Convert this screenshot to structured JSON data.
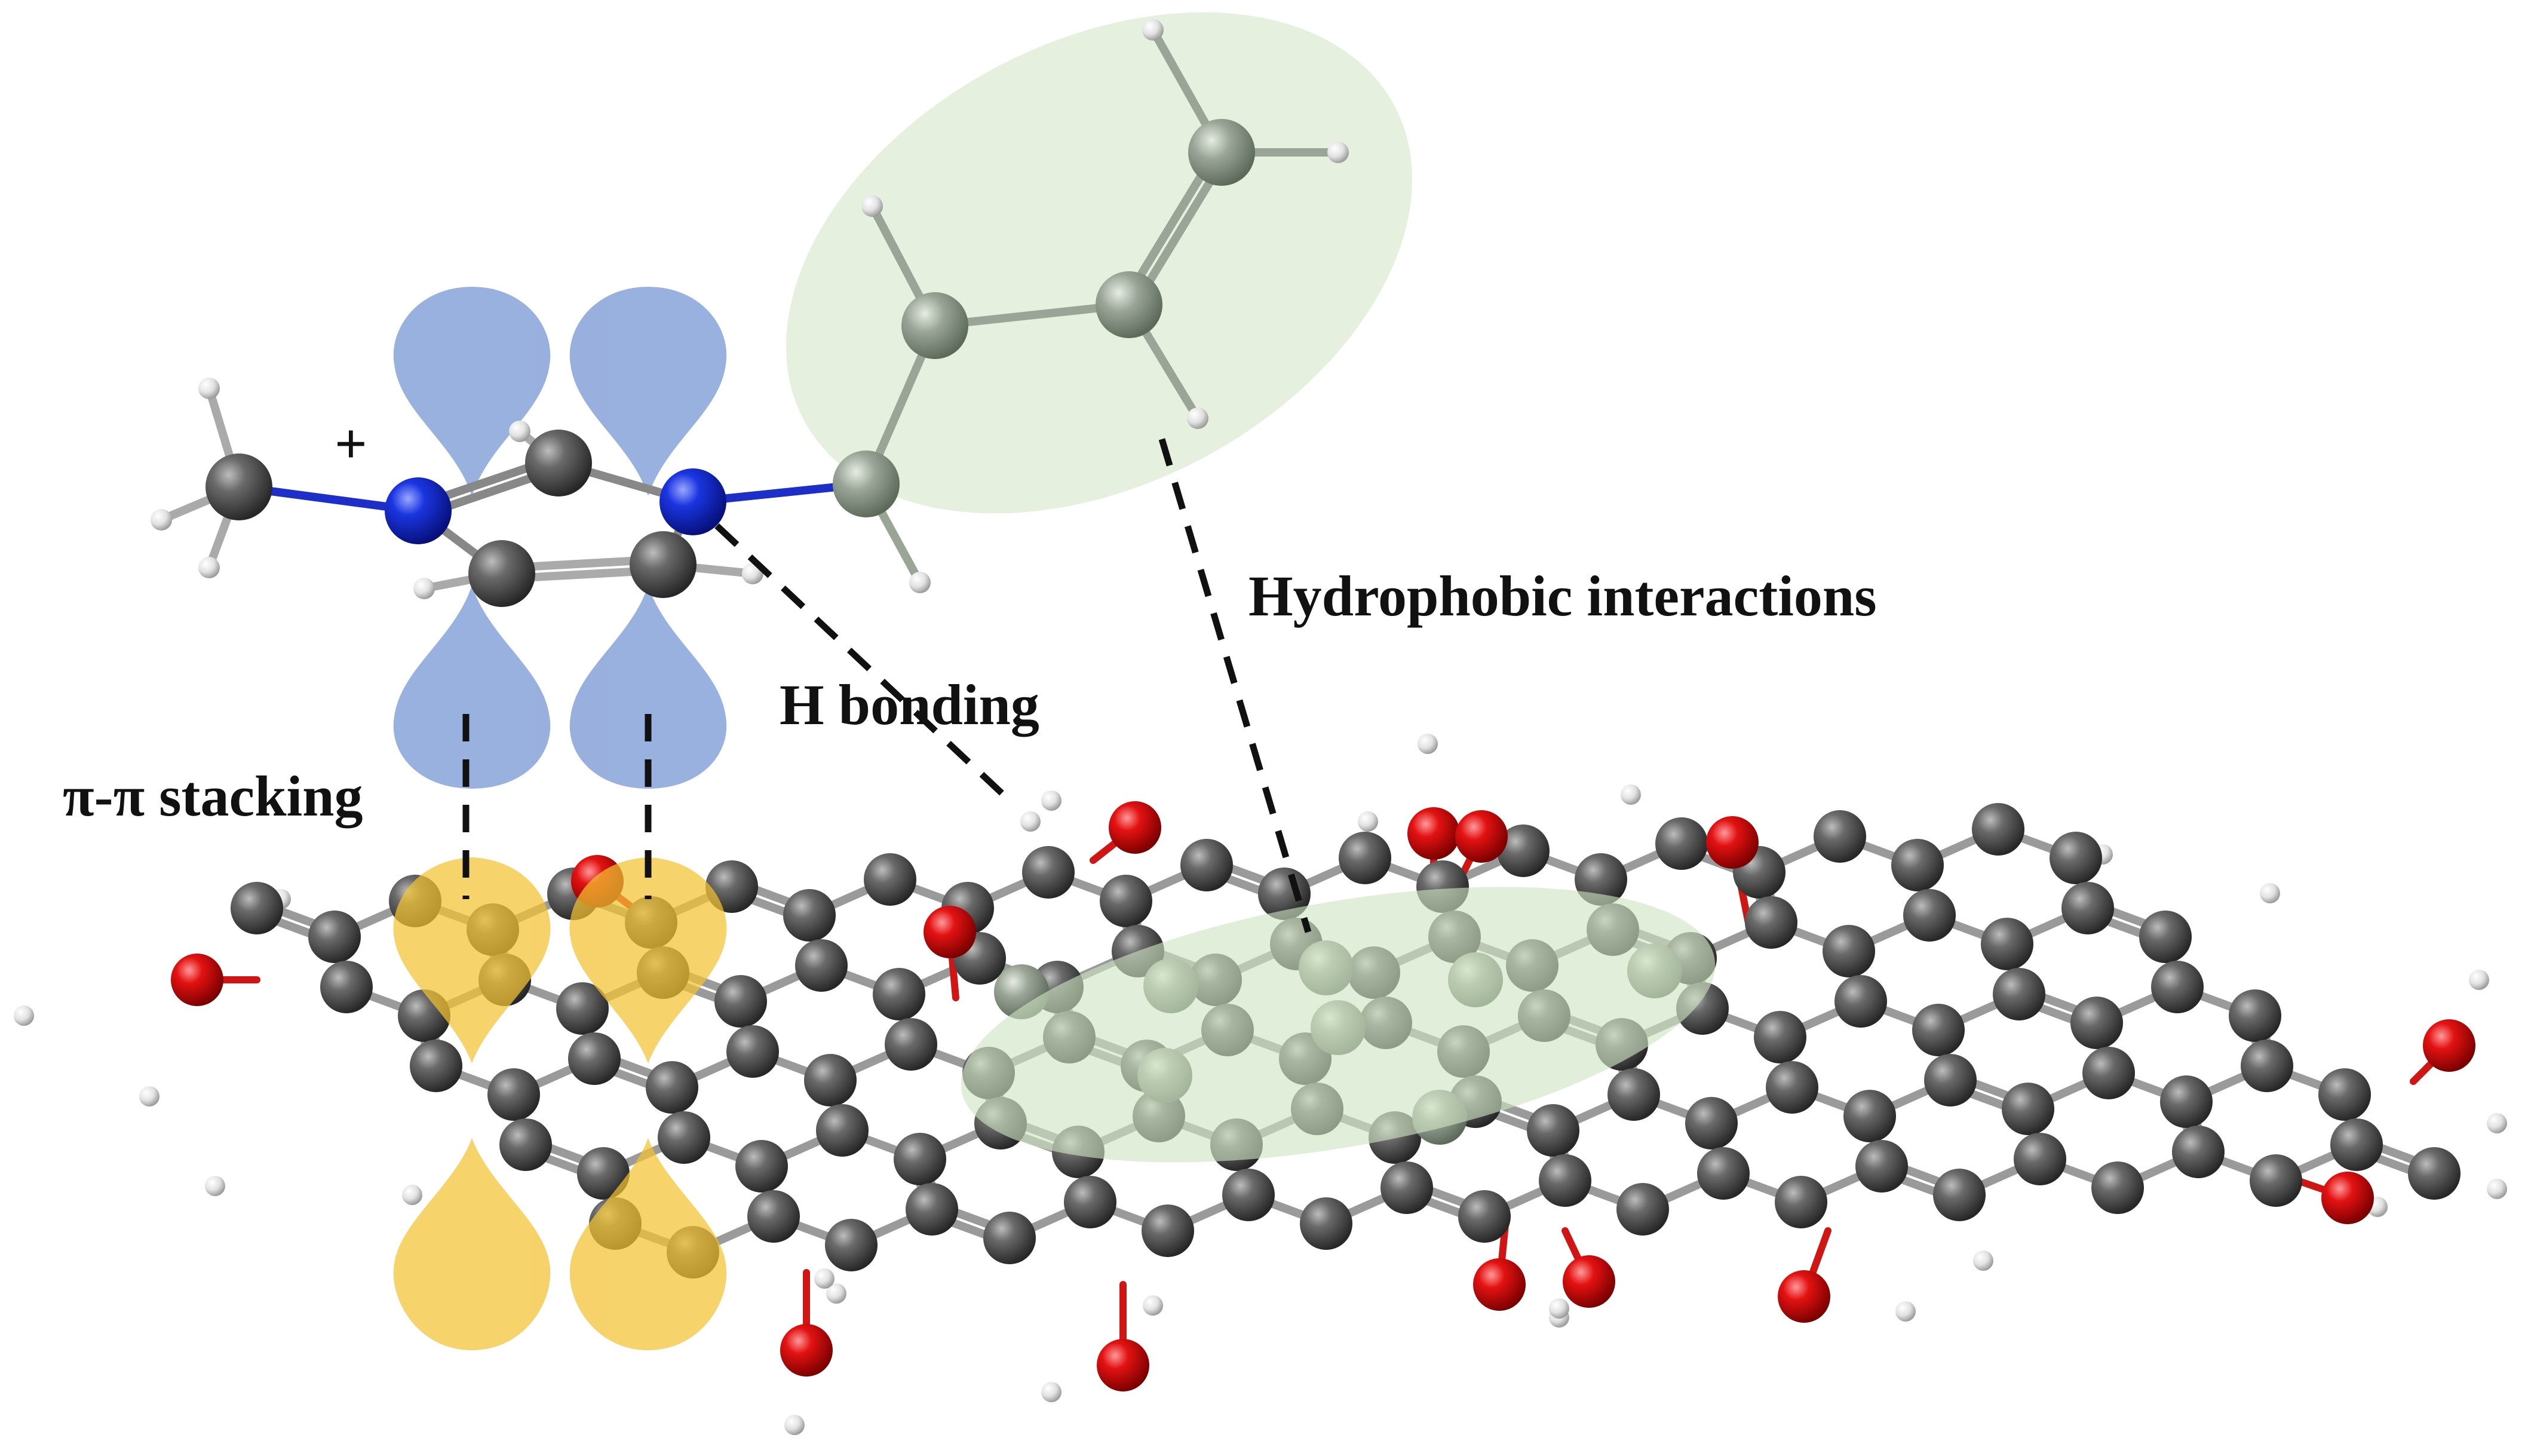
{
  "labels": {
    "charge": "+",
    "pi_stacking": "π-π stacking",
    "h_bonding": "H bonding",
    "hydrophobic": "Hydrophobic interactions"
  },
  "colors": {
    "carbon": "#4a4a4a",
    "nitrogen": "#1430d8",
    "oxygen": "#e01010",
    "hydrogen": "#e8e8e8",
    "alkyl_carbon": "#8f9a8c",
    "pi_orbital_cation": "#8ea8dc",
    "pi_orbital_graphene": "#f4c232",
    "hydrophobic_region": "#cfe3c2",
    "dashed_line": "#111111"
  },
  "icons": {
    "cation": "imidazolium-cation-molecule-icon",
    "sheet": "graphene-oxide-sheet-icon"
  }
}
